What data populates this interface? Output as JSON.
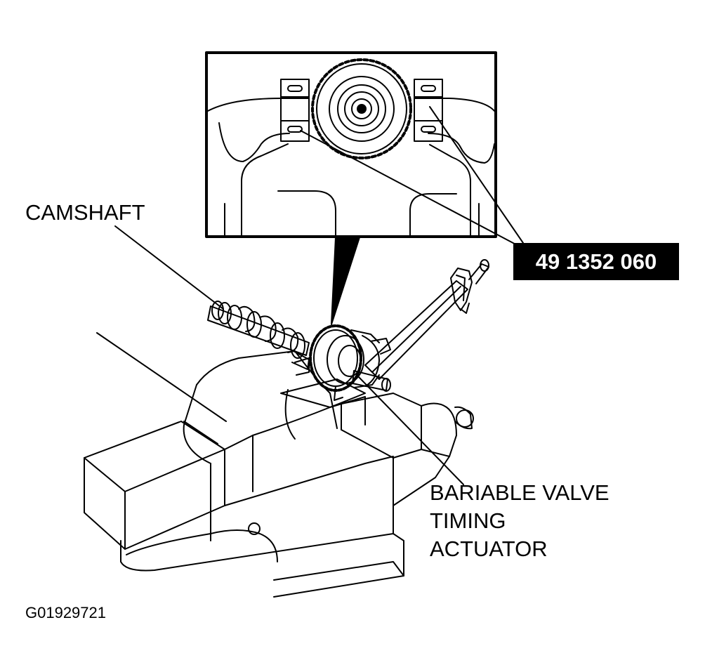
{
  "labels": {
    "camshaft": "CAMSHAFT",
    "actuator_line1": "BARIABLE VALVE",
    "actuator_line2": "TIMING",
    "actuator_line3": "ACTUATOR",
    "tool_number": "49 1352 060",
    "figure_id": "G01929721"
  },
  "colors": {
    "ink": "#000000",
    "paper": "#ffffff"
  }
}
